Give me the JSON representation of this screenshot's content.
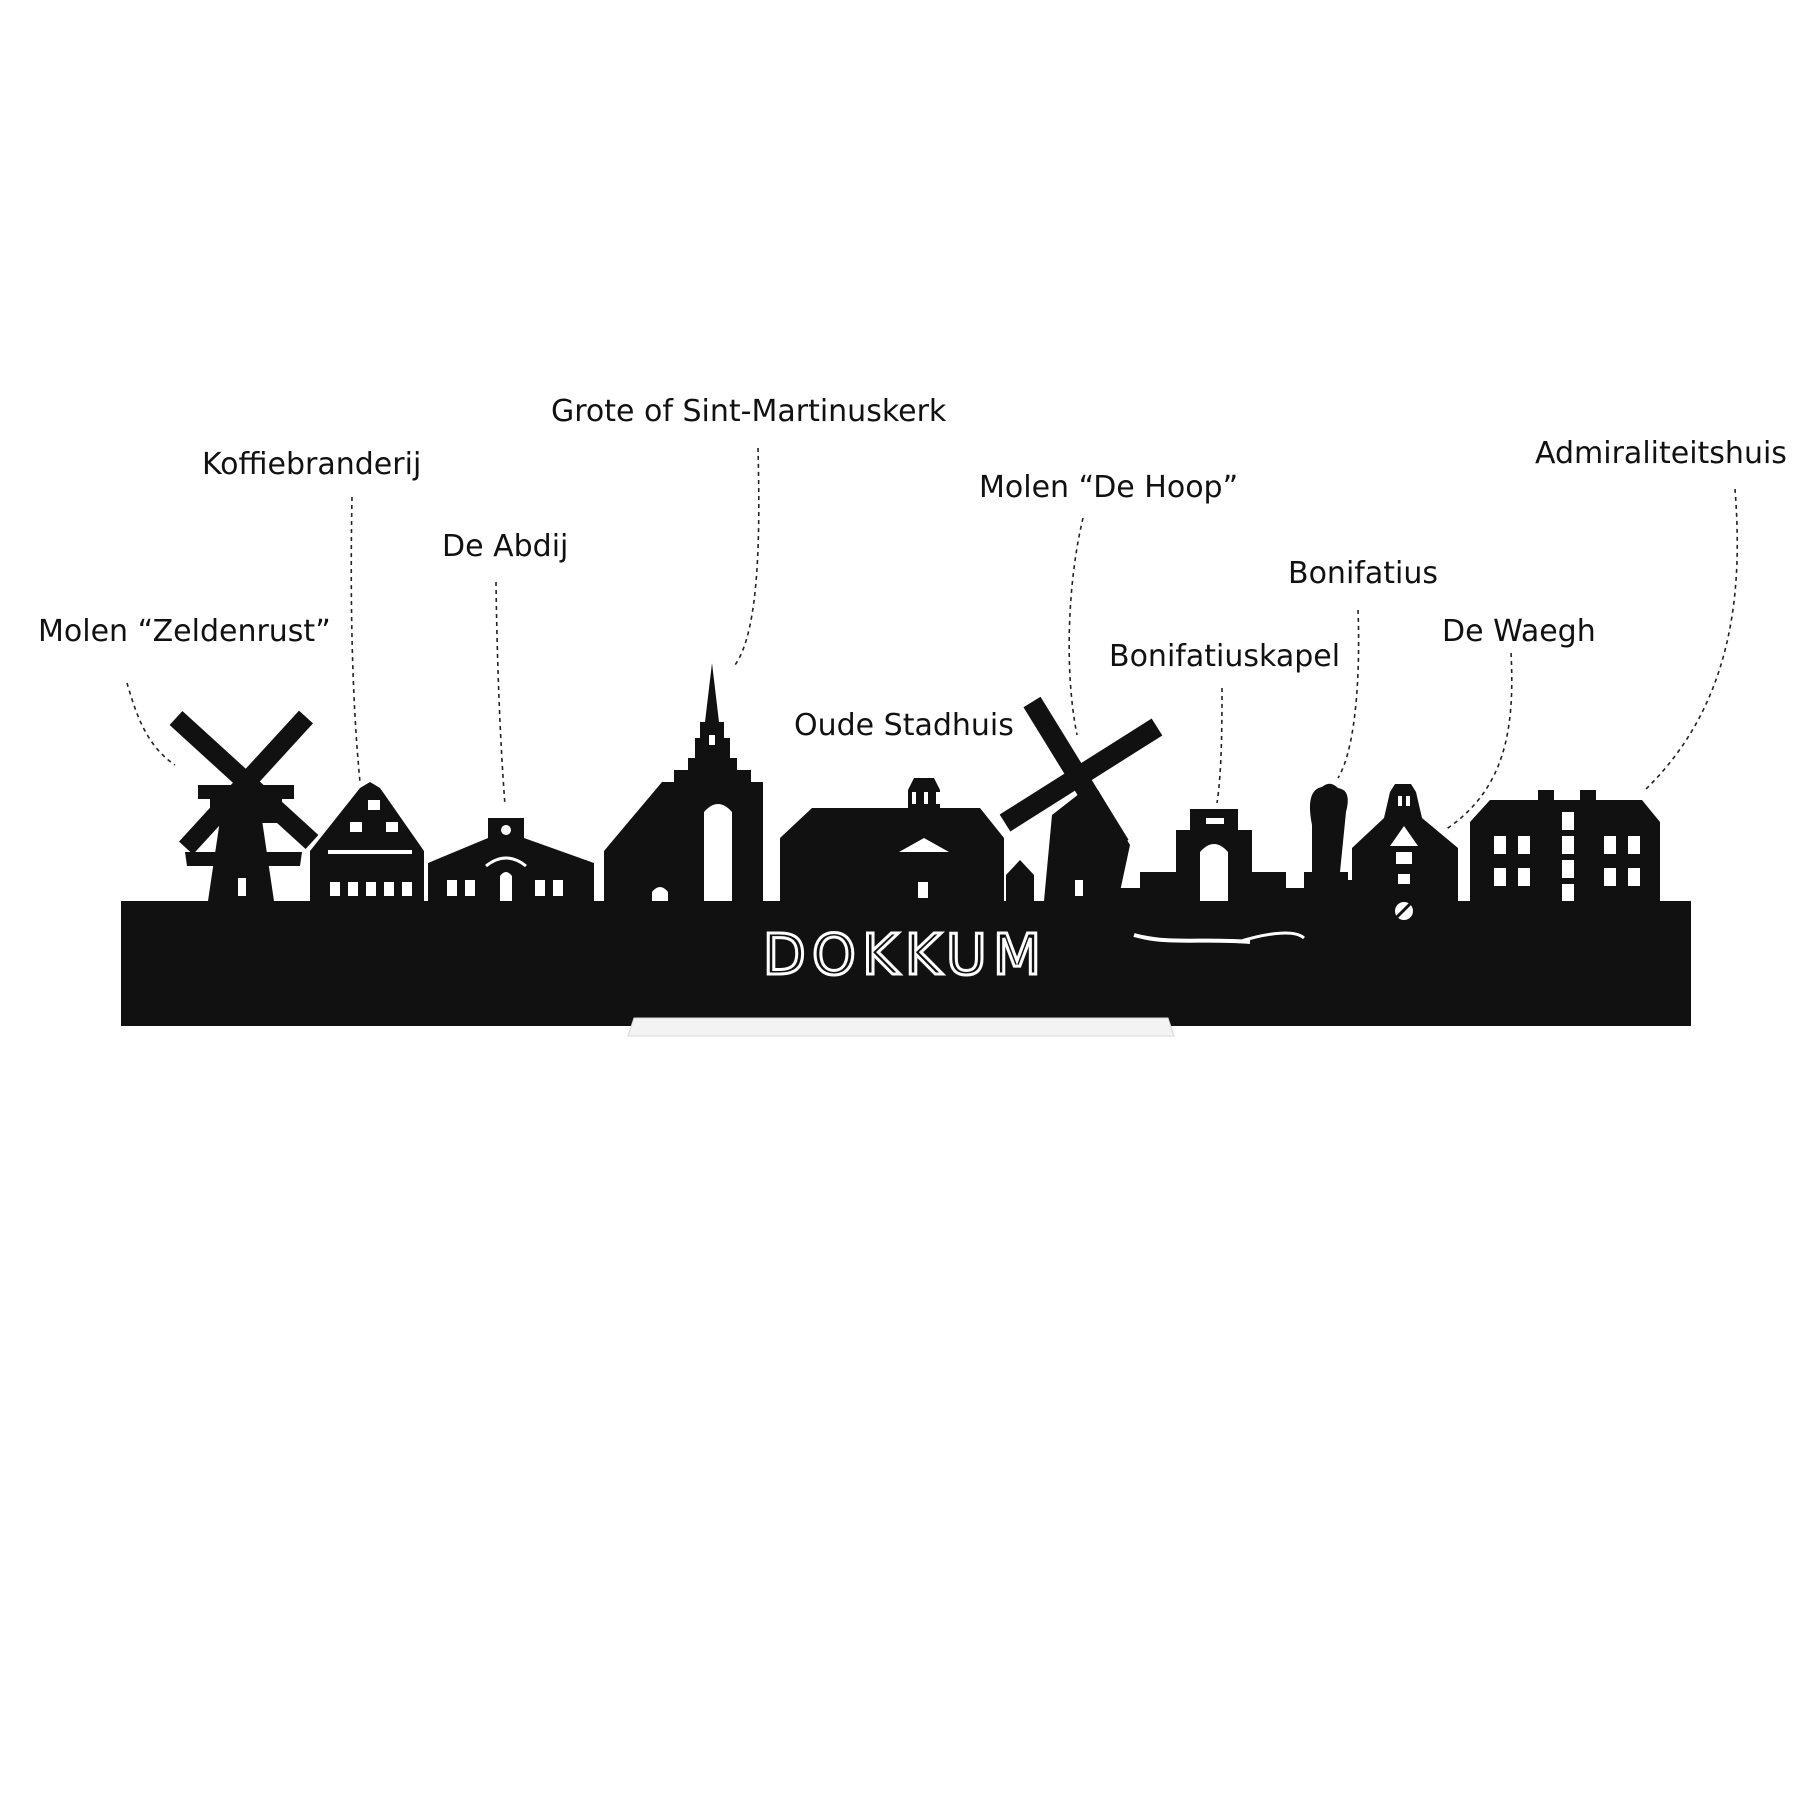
{
  "city_name": "DOKKUM",
  "landmarks": [
    {
      "id": "molen-zeldenrust",
      "label": "Molen “Zeldenrust”"
    },
    {
      "id": "koffiebranderij",
      "label": "Koffiebranderij"
    },
    {
      "id": "de-abdij",
      "label": "De Abdij"
    },
    {
      "id": "grote-kerk",
      "label": "Grote of Sint-Martinuskerk"
    },
    {
      "id": "oude-stadhuis",
      "label": "Oude Stadhuis"
    },
    {
      "id": "molen-de-hoop",
      "label": "Molen “De Hoop”"
    },
    {
      "id": "bonifatiuskapel",
      "label": "Bonifatiuskapel"
    },
    {
      "id": "bonifatius",
      "label": "Bonifatius"
    },
    {
      "id": "de-waegh",
      "label": "De Waegh"
    },
    {
      "id": "admiraliteitshuis",
      "label": "Admiraliteitshuis"
    }
  ],
  "colors": {
    "silhouette": "#111111",
    "background": "#ffffff",
    "text": "#111111"
  }
}
